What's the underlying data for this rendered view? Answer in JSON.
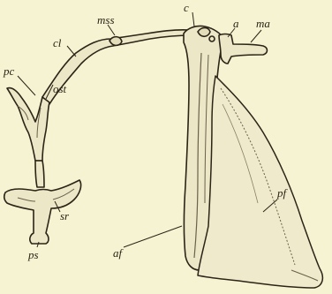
{
  "figure": {
    "labels": {
      "c": "c",
      "a": "a",
      "ma": "ma",
      "mss": "mss",
      "cl": "cl",
      "pc": "pc",
      "ost": "ost",
      "pf": "pf",
      "sr": "sr",
      "ps": "ps",
      "af": "af"
    },
    "colors": {
      "background": "#f6f3d2",
      "ink": "#2b2417",
      "bone_fill": "#ece7c6",
      "shade": "#6b604a"
    }
  }
}
